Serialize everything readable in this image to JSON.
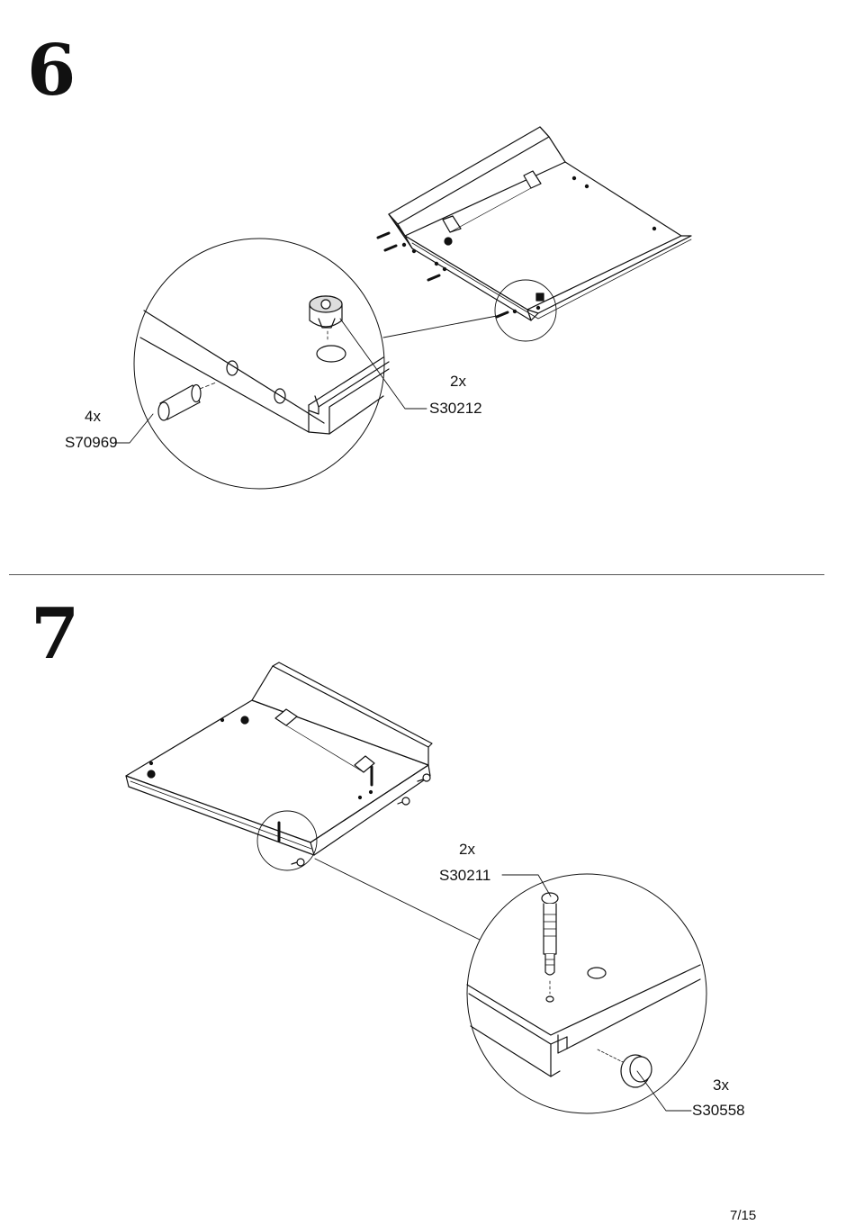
{
  "page": {
    "page_number": "7/15",
    "colors": {
      "ink": "#111111",
      "paper": "#ffffff",
      "leader_line": "#555555"
    }
  },
  "steps": [
    {
      "number": "6",
      "illustration": "panel-with-connectors-and-dowels",
      "callouts": [
        {
          "quantity": "4x",
          "part_code": "S70969",
          "part_icon": "wooden-dowel-icon"
        },
        {
          "quantity": "2x",
          "part_code": "S30212",
          "part_icon": "cam-lock-icon"
        }
      ]
    },
    {
      "number": "7",
      "illustration": "panel-with-cam-bolts-and-caps",
      "callouts": [
        {
          "quantity": "2x",
          "part_code": "S30211",
          "part_icon": "cam-bolt-icon"
        },
        {
          "quantity": "3x",
          "part_code": "S30558",
          "part_icon": "screw-cap-icon"
        }
      ]
    }
  ]
}
